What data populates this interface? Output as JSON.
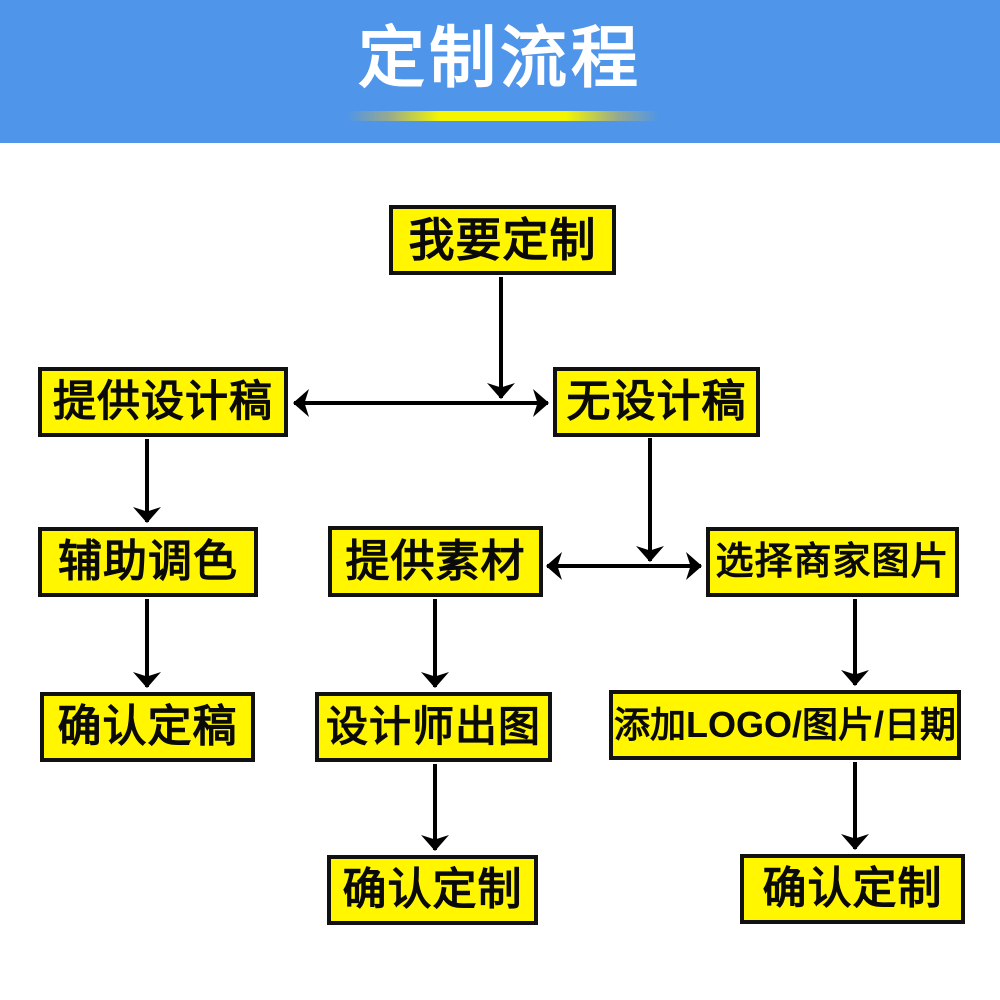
{
  "header": {
    "title": "定制流程",
    "bg_color": "#4F95E9",
    "title_color": "#FFFFFF",
    "underline_color": "#F5F500"
  },
  "flowchart": {
    "box_fill": "#FFF600",
    "box_border": "#111111",
    "arrow_color": "#000000",
    "nodes": [
      {
        "id": "start",
        "label": "我要定制"
      },
      {
        "id": "provide-design-draft",
        "label": "提供设计稿"
      },
      {
        "id": "no-design-draft",
        "label": "无设计稿"
      },
      {
        "id": "assist-coloring",
        "label": "辅助调色"
      },
      {
        "id": "provide-material",
        "label": "提供素材"
      },
      {
        "id": "choose-merchant-image",
        "label": "选择商家图片"
      },
      {
        "id": "confirm-final-draft",
        "label": "确认定稿"
      },
      {
        "id": "designer-output",
        "label": "设计师出图"
      },
      {
        "id": "add-logo-image-date",
        "label": "添加LOGO/图片/日期"
      },
      {
        "id": "confirm-custom-mid",
        "label": "确认定制"
      },
      {
        "id": "confirm-custom-right",
        "label": "确认定制"
      }
    ]
  }
}
